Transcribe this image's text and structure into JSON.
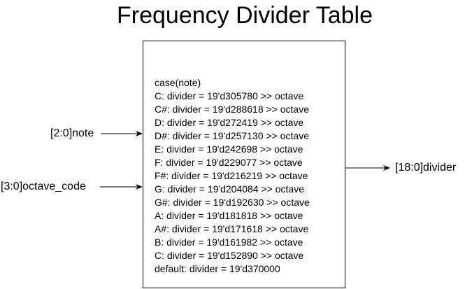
{
  "title": "Frequency Divider Table",
  "block": {
    "lines": [
      "case(note)",
      "C: divider = 19'd305780 >> octave",
      "C#: divider = 19'd288618 >> octave",
      "D: divider = 19'd272419 >> octave",
      "D#: divider = 19'd257130 >> octave",
      "E: divider = 19'd242698 >> octave",
      "F: divider = 19'd229077 >> octave",
      "F#: divider = 19'd216219 >> octave",
      "G: divider = 19'd204084 >> octave",
      "G#: divider = 19'd192630 >> octave",
      "A: divider = 19'd181818 >> octave",
      "A#: divider = 19'd171618 >> octave",
      "B: divider = 19'd161982 >> octave",
      "C: divider = 19'd152890 >> octave",
      "default: divider = 19'd370000"
    ]
  },
  "inputs": {
    "note_label": "[2:0]note",
    "octave_label": "[3:0]octave_code"
  },
  "outputs": {
    "divider_label": "[18:0]divider"
  }
}
